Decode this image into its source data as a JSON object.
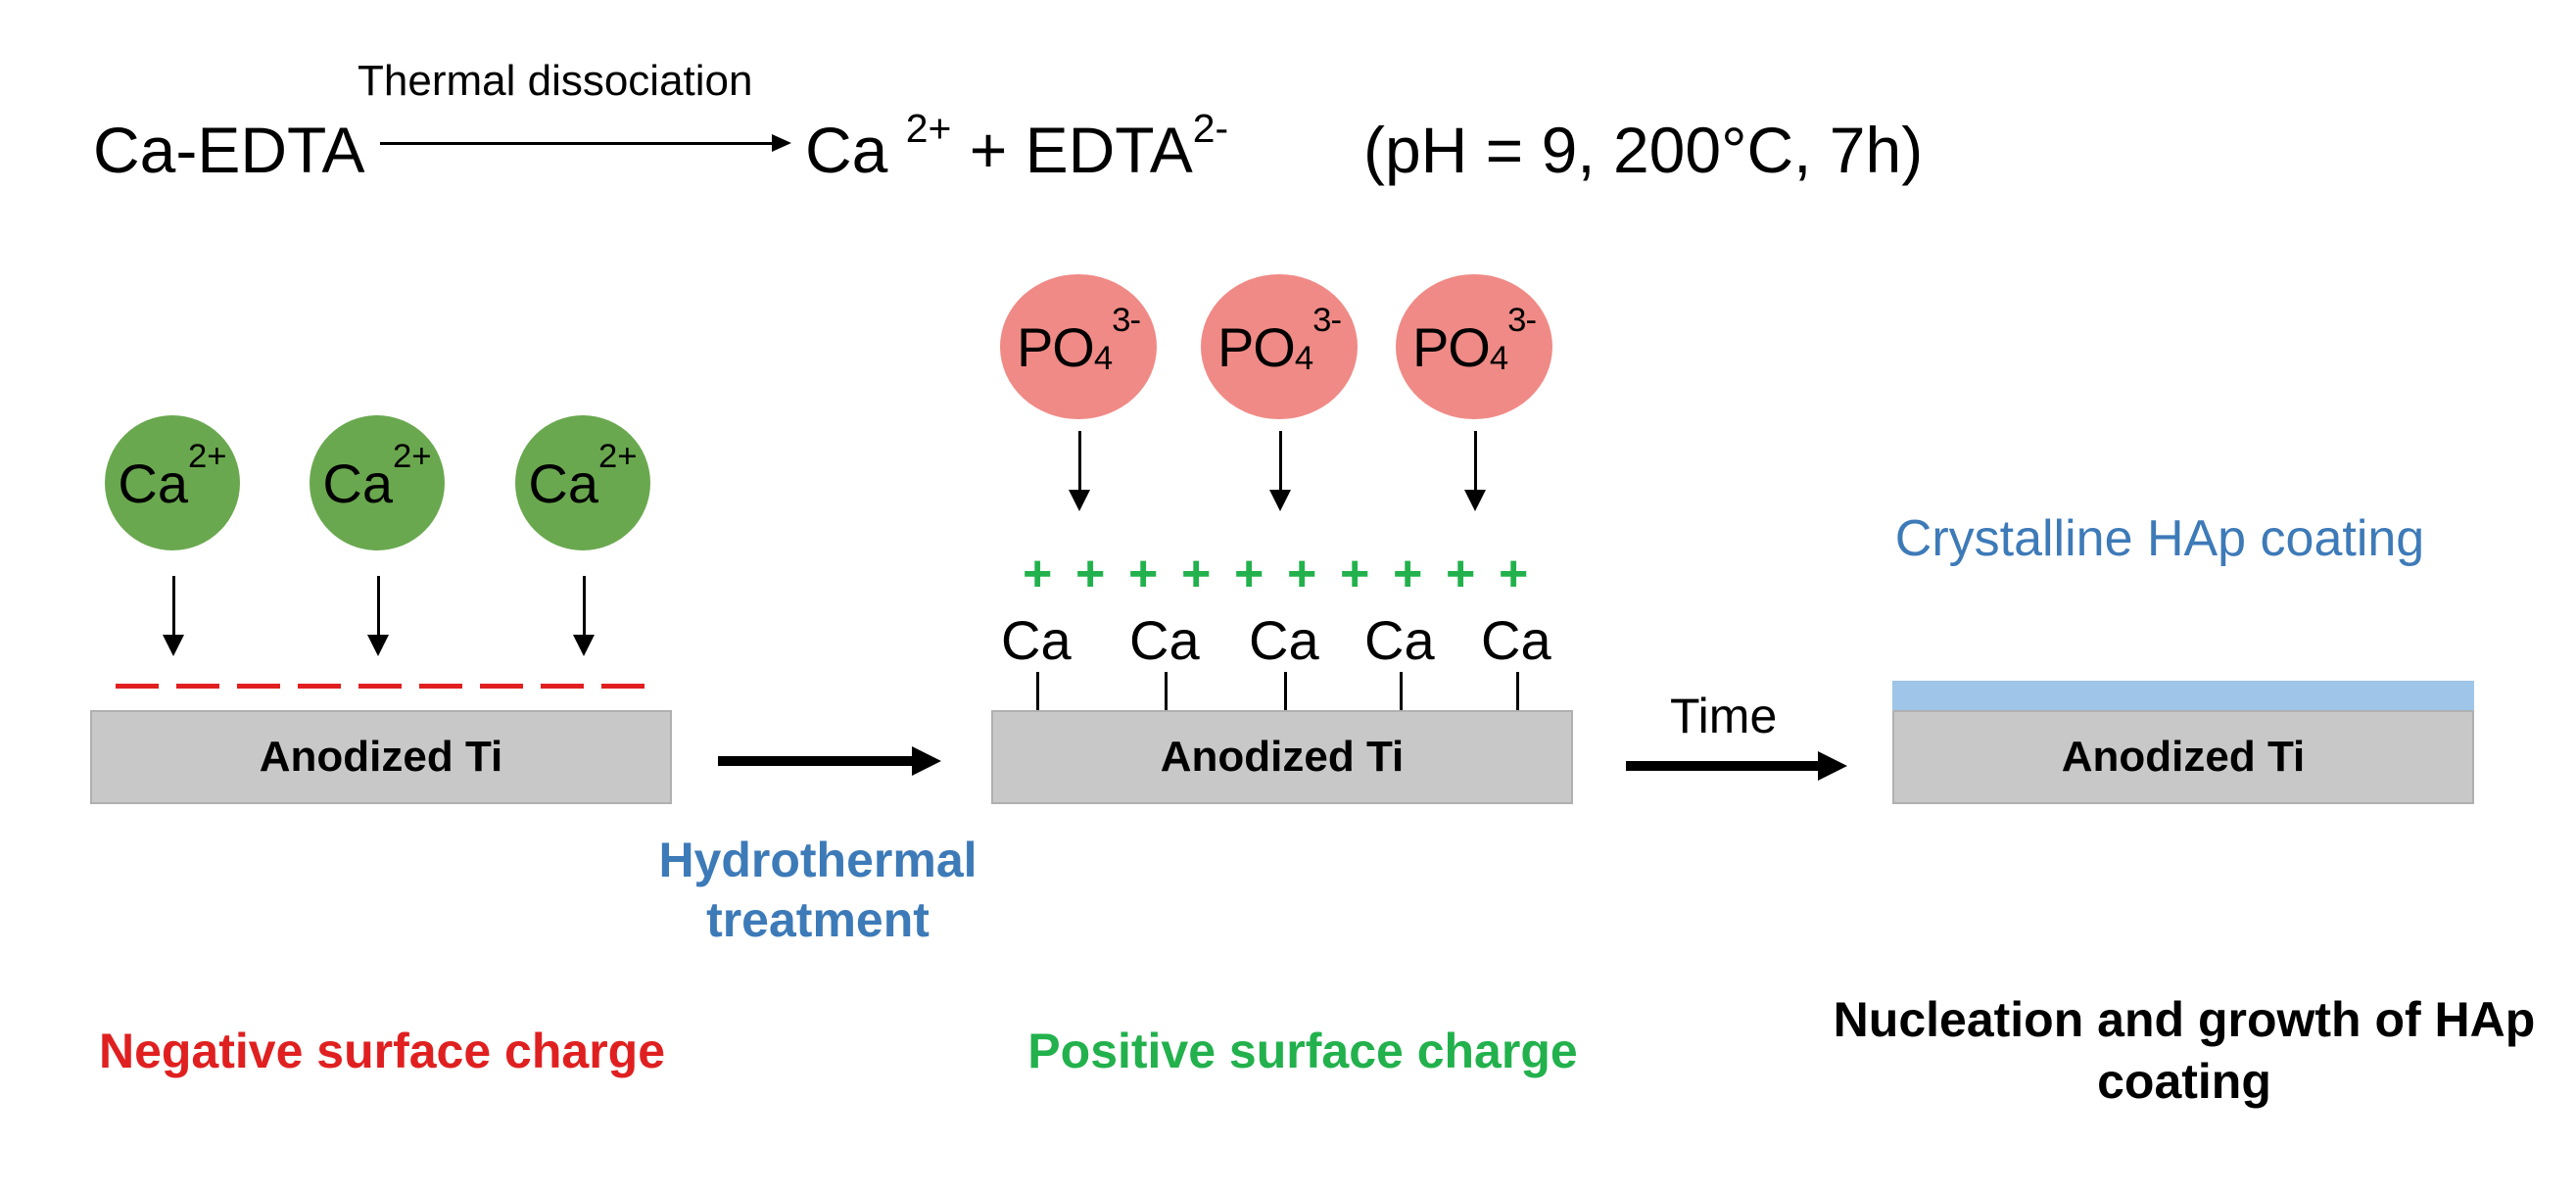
{
  "reaction": {
    "reactant": "Ca-EDTA",
    "arrow_label": "Thermal dissociation",
    "product_ca": "Ca",
    "product_ca_charge": "2+",
    "plus": "+",
    "product_edta": "EDTA",
    "product_edta_charge": "2-",
    "conditions": "(pH = 9, 200°C, 7h)"
  },
  "calcium_ion": {
    "symbol": "Ca",
    "charge": "2+"
  },
  "phosphate_ion": {
    "symbol": "PO",
    "subscript": "4",
    "charge": "3-"
  },
  "substrate_label": "Anodized Ti",
  "surface_atom": "Ca",
  "plus_sign": "+",
  "step1_arrow_label": "Hydrothermal treatment",
  "step2_arrow_label": "Time",
  "coating_label": "Crystalline HAp coating",
  "captions": {
    "negative": "Negative surface charge",
    "positive": "Positive surface charge",
    "nucleation": "Nucleation and growth of HAp coating"
  },
  "colors": {
    "ca_ion": "#6aa84f",
    "phosphate_ion": "#f08a86",
    "negative": "#e02020",
    "positive": "#22b14c",
    "blue_label": "#3d7ab8",
    "coating": "#9fc5e8",
    "substrate": "#c8c8c8"
  }
}
